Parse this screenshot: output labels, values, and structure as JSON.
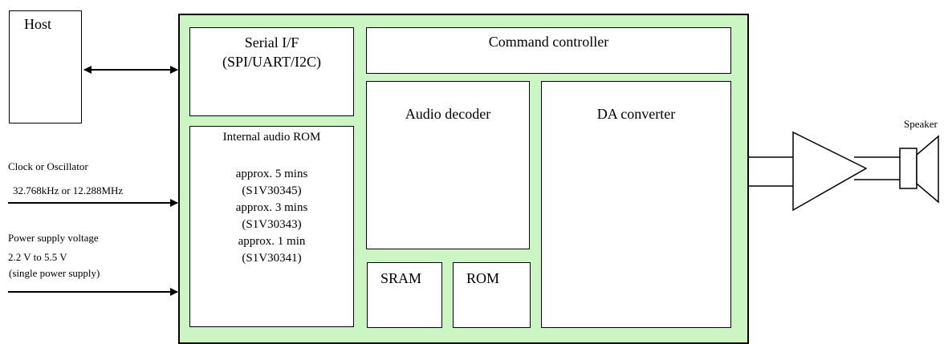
{
  "host": {
    "label": "Host"
  },
  "serial_if": {
    "line1": "Serial I/F",
    "line2": "(SPI/UART/I2C)"
  },
  "command_controller": {
    "label": "Command controller"
  },
  "audio_decoder": {
    "label": "Audio decoder"
  },
  "da_converter": {
    "label": "DA converter"
  },
  "internal_rom": {
    "title": "Internal audio ROM",
    "lines": [
      "approx. 5 mins",
      "(S1V30345)",
      "approx. 3 mins",
      "(S1V30343)",
      "approx. 1 min",
      "(S1V30341)"
    ]
  },
  "sram": {
    "label": "SRAM"
  },
  "rom": {
    "label": "ROM"
  },
  "speaker": {
    "label": "Speaker"
  },
  "clock": {
    "title": "Clock or Oscillator",
    "freq": "32.768kHz or 12.288MHz"
  },
  "power": {
    "title": "Power supply voltage",
    "range": "2.2 V to 5.5 V",
    "note": "(single power supply)"
  },
  "colors": {
    "chip_fill": "#ccf5c4",
    "line": "#000000"
  }
}
